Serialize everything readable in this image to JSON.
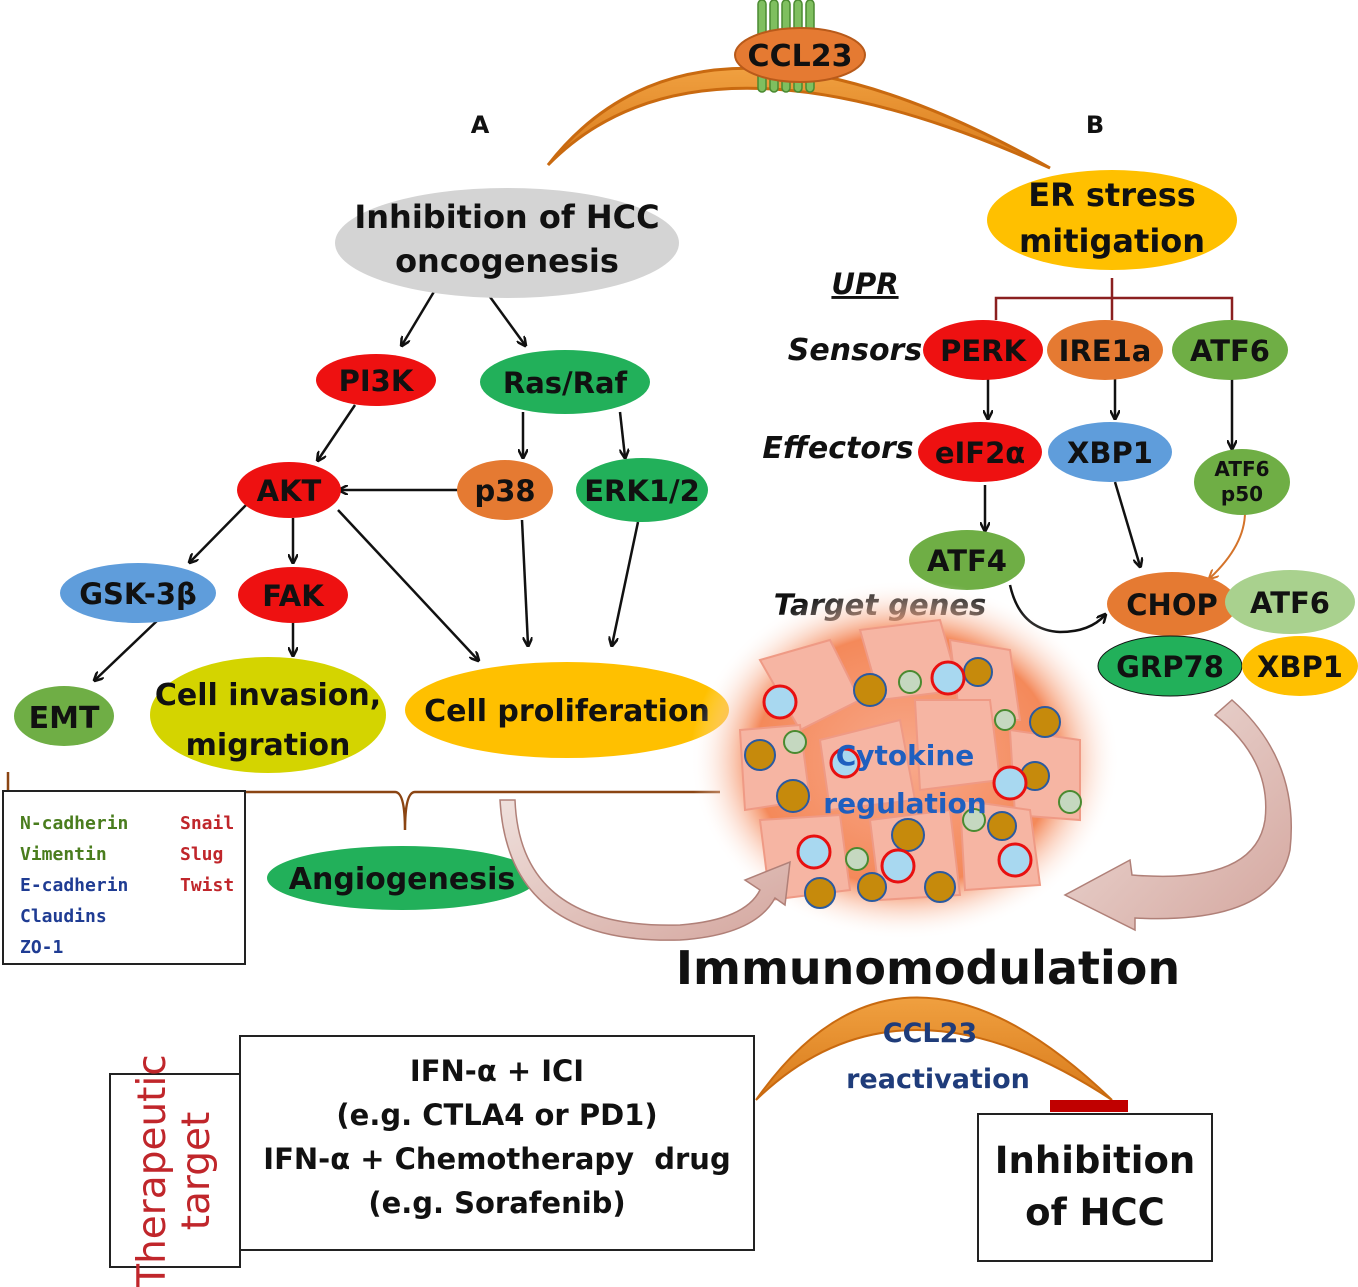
{
  "ligand": "CCL23",
  "panels": {
    "a": "A",
    "b": "B"
  },
  "panel_a": {
    "hub": [
      "Inhibition of HCC",
      "oncogenesis"
    ],
    "pi3k": "PI3K",
    "rasraf": "Ras/Raf",
    "akt": "AKT",
    "p38": "p38",
    "erk": "ERK1/2",
    "gsk": "GSK-3β",
    "fak": "FAK",
    "emt": "EMT",
    "invasion": [
      "Cell invasion,",
      "migration"
    ],
    "proliferation": "Cell proliferation",
    "angiogenesis": "Angiogenesis"
  },
  "panel_b": {
    "hub": [
      "ER stress",
      "mitigation"
    ],
    "upr": "UPR",
    "sensors_label": "Sensors",
    "effectors_label": "Effectors",
    "target_genes_label": "Target genes",
    "perk": "PERK",
    "ire1a": "IRE1a",
    "atf6": "ATF6",
    "eif2a": "eIF2α",
    "xbp1": "XBP1",
    "atf6p50": [
      "ATF6",
      "p50"
    ],
    "atf4": "ATF4",
    "chop": "CHOP",
    "atf6_target": "ATF6",
    "grp78": "GRP78",
    "xbp1_target": "XBP1"
  },
  "cytokine": [
    "Cytokine",
    "regulation"
  ],
  "immunomodulation": "Immunomodulation",
  "reactivation": [
    "CCL23",
    "reactivation"
  ],
  "legend": {
    "left": [
      {
        "text": "N-cadherin",
        "color": "#4a7d1e"
      },
      {
        "text": "Vimentin",
        "color": "#4a7d1e"
      },
      {
        "text": "E-cadherin",
        "color": "#1f3c93"
      },
      {
        "text": "Claudins",
        "color": "#1f3c93"
      },
      {
        "text": "ZO-1",
        "color": "#1f3c93"
      }
    ],
    "right": [
      {
        "text": "Snail",
        "color": "#c0262b"
      },
      {
        "text": "Slug",
        "color": "#c0262b"
      },
      {
        "text": "Twist",
        "color": "#c0262b"
      }
    ]
  },
  "therapeutic_target": [
    "Therapeutic",
    "target"
  ],
  "therapy_lines": [
    "IFN-α + ICI",
    "(e.g. CTLA4 or PD1)",
    "IFN-α + Chemotherapy  drug",
    "(e.g. Sorafenib)"
  ],
  "outcome": [
    "Inhibition",
    "of HCC"
  ],
  "colors": {
    "red": "#ee1111",
    "green": "#22b05a",
    "orange": "#e57a32",
    "blue": "#5f9ddb",
    "olive": "#6fae45",
    "yellow": "#ffc000",
    "lime": "#d4d400",
    "gray": "#d4d4d4",
    "light_green": "#a9d18e",
    "arc_orange": "#e8862a",
    "bracket": "#8b4513"
  }
}
